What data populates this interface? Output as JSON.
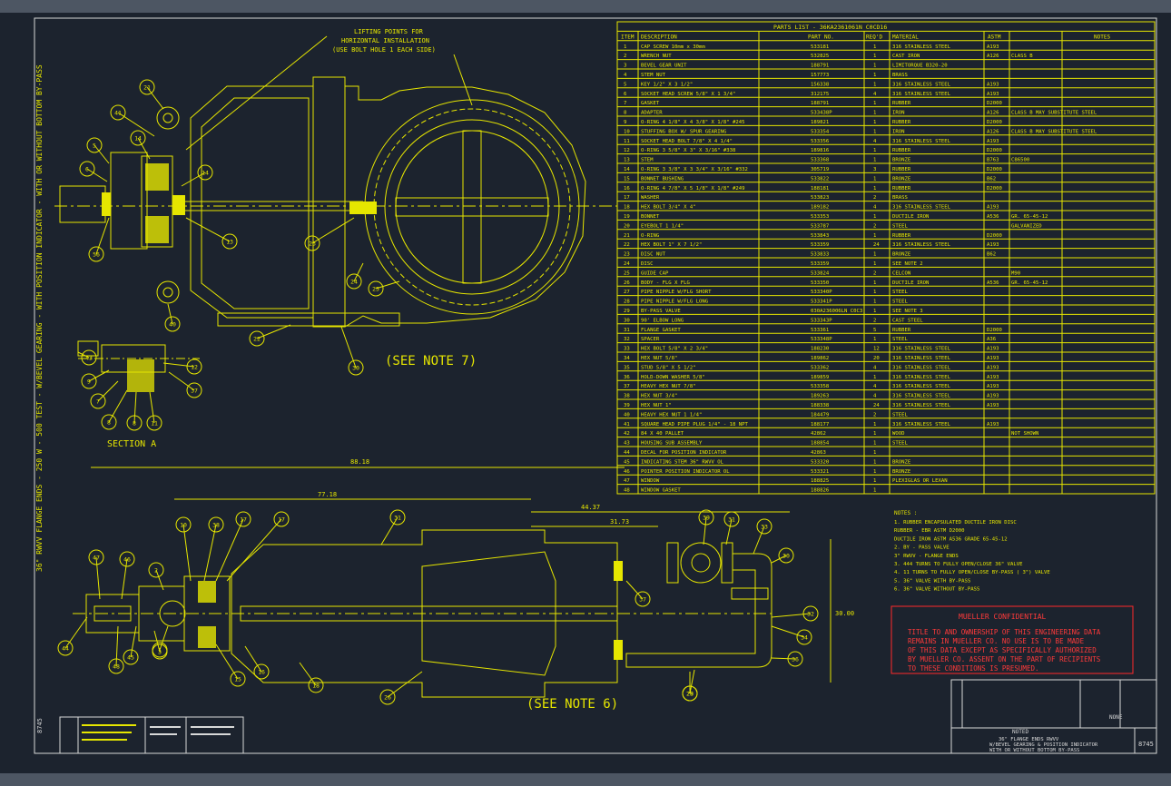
{
  "side_title": "36\" RWVV FLANGE ENDS - 250 W - 500 TEST - W/BEVEL GEARING - WITH POSITION INDICATOR - WITH OR WITHOUT BOTTOM BY-PASS",
  "parts_list": {
    "title": "PARTS LIST - 36KA2361061N C0CD16",
    "headers": [
      "ITEM",
      "DESCRIPTION",
      "PART NO.",
      "REQ'D",
      "MATERIAL",
      "ASTM",
      "NOTES"
    ],
    "rows": [
      [
        "1",
        "CAP SCREW 10mm x 30mm",
        "533181",
        "1",
        "316 STAINLESS STEEL",
        "A193",
        ""
      ],
      [
        "2",
        "WRENCH NUT",
        "532825",
        "1",
        "CAST IRON",
        "A126",
        "CLASS B"
      ],
      [
        "3",
        "BEVEL GEAR UNIT",
        "188791",
        "1",
        "LIMITORQUE B320-20",
        "",
        " "
      ],
      [
        "4",
        "STEM NUT",
        "157773",
        "1",
        "BRASS",
        "",
        ""
      ],
      [
        "5",
        "KEY 1/2\" X 3 1/2\"",
        "156338",
        "1",
        "316 STAINLESS STEEL",
        "A193",
        ""
      ],
      [
        "6",
        "SOCKET HEAD SCREW 5/8\" X 1 3/4\"",
        "312175",
        "4",
        "316 STAINLESS STEEL",
        "A193",
        ""
      ],
      [
        "7",
        "GASKET",
        "188791",
        "1",
        "RUBBER",
        "D2000",
        ""
      ],
      [
        "8",
        "ADAPTER",
        "533438P",
        "1",
        "IRON",
        "A126",
        "CLASS B    MAY SUBSTITUTE STEEL"
      ],
      [
        "9",
        "O-RING 4 1/8\" X 4 3/8\" X 1/8\" #245",
        "189821",
        "1",
        "RUBBER",
        "D2000",
        ""
      ],
      [
        "10",
        "STUFFING BOX W/ SPUR GEARING",
        "533354",
        "1",
        "IRON",
        "A126",
        "CLASS B    MAY SUBSTITUTE STEEL"
      ],
      [
        "11",
        "SOCKET HEAD BOLT 7/8\" X 4 1/4\"",
        "533356",
        "4",
        "316 STAINLESS STEEL",
        "A193",
        ""
      ],
      [
        "12",
        "O-RING 3 5/8\" X 3\" X 3/16\" #338",
        "189816",
        "1",
        "RUBBER",
        "D2000",
        ""
      ],
      [
        "13",
        "STEM",
        "533368",
        "1",
        "BRONZE",
        "B763",
        "C86500"
      ],
      [
        "14",
        "O-RING 3 3/8\" X 3 3/4\" X 3/16\" #332",
        "305719",
        "3",
        "RUBBER",
        "D2000",
        ""
      ],
      [
        "15",
        "BONNET BUSHING",
        "533822",
        "1",
        "BRONZE",
        "B62",
        ""
      ],
      [
        "16",
        "O-RING 4 7/8\" X 5 1/8\" X 1/8\" #249",
        "188181",
        "1",
        "RUBBER",
        "D2000",
        ""
      ],
      [
        "17",
        "WASHER",
        "533823",
        "2",
        "BRASS",
        "",
        ""
      ],
      [
        "18",
        "HEX BOLT 3/4\" X 4\"",
        "189182",
        "4",
        "316 STAINLESS STEEL",
        "A193",
        ""
      ],
      [
        "19",
        "BONNET",
        "533353",
        "1",
        "DUCTILE IRON",
        "A536",
        "GR. 65-45-12"
      ],
      [
        "20",
        "EYEBOLT 1 1/4\"",
        "533787",
        "2",
        "STEEL",
        "",
        "GALVANIZED"
      ],
      [
        "21",
        "O-RING",
        "533843",
        "1",
        "RUBBER",
        "D2000",
        ""
      ],
      [
        "22",
        "HEX BOLT 1\" X 7 1/2\"",
        "533359",
        "24",
        "316 STAINLESS STEEL",
        "A193",
        ""
      ],
      [
        "23",
        "DISC NUT",
        "533833",
        "1",
        "BRONZE",
        "B62",
        ""
      ],
      [
        "24",
        "DISC",
        "533359",
        "1",
        "SEE NOTE 2",
        "",
        ""
      ],
      [
        "25",
        "GUIDE CAP",
        "533824",
        "2",
        "CELCON",
        "",
        "M90"
      ],
      [
        "26",
        "BODY - FLG X FLG",
        "533350",
        "1",
        "DUCTILE IRON",
        "A536",
        "GR. 65-45-12"
      ],
      [
        "27",
        "PIPE NIPPLE W/FLG SHORT",
        "533340P",
        "1",
        "STEEL",
        "",
        ""
      ],
      [
        "28",
        "PIPE NIPPLE W/FLG LONG",
        "533341P",
        "1",
        "STEEL",
        "",
        ""
      ],
      [
        "29",
        "BY-PASS VALVE",
        "030A236006LN C0C3",
        "1",
        "SEE NOTE 3",
        "",
        ""
      ],
      [
        "30",
        "90' ELBOW LONG",
        "533343P",
        "2",
        "CAST STEEL",
        "",
        ""
      ],
      [
        "31",
        "FLANGE GASKET",
        "533361",
        "5",
        "RUBBER",
        "D2000",
        ""
      ],
      [
        "32",
        "SPACER",
        "533348P",
        "1",
        "STEEL",
        "A36",
        ""
      ],
      [
        "33",
        "HEX BOLT 5/8\" X 2 3/4\"",
        "188230",
        "12",
        "316 STAINLESS STEEL",
        "A193",
        ""
      ],
      [
        "34",
        "HEX NUT 5/8\"",
        "189862",
        "20",
        "316 STAINLESS STEEL",
        "A193",
        ""
      ],
      [
        "35",
        "STUD 5/8\" X 5 1/2\"",
        "533362",
        "4",
        "316 STAINLESS STEEL",
        "A193",
        ""
      ],
      [
        "36",
        "HOLD-DOWN WASHER 5/8\"",
        "189859",
        "1",
        "316 STAINLESS STEEL",
        "A193",
        ""
      ],
      [
        "37",
        "HEAVY HEX NUT 7/8\"",
        "533358",
        "4",
        "316 STAINLESS STEEL",
        "A193",
        ""
      ],
      [
        "38",
        "HEX NUT 3/4\"",
        "189263",
        "4",
        "316 STAINLESS STEEL",
        "A193",
        ""
      ],
      [
        "39",
        "HEX NUT 1\"",
        "188338",
        "24",
        "316 STAINLESS STEEL",
        "A193",
        ""
      ],
      [
        "40",
        "HEAVY HEX NUT 1 1/4\"",
        "184479",
        "2",
        "STEEL",
        "",
        ""
      ],
      [
        "41",
        "SQUARE HEAD PIPE PLUG 1/4\" - 18 NPT",
        "188177",
        "1",
        "316 STAINLESS STEEL",
        "A193",
        ""
      ],
      [
        "42",
        "84 X 40 PALLET",
        "42862",
        "1",
        "WOOD",
        "",
        "NOT SHOWN"
      ],
      [
        "43",
        "HOUSING SUB ASSEMBLY",
        "188854",
        "1",
        "STEEL",
        "",
        ""
      ],
      [
        "44",
        "DECAL FOR POSITION INDICATOR",
        "42863",
        "1",
        "",
        "",
        ""
      ],
      [
        "45",
        "INDICATING STEM 36\" RWVV OL",
        "533320",
        "1",
        "BRONZE",
        "",
        ""
      ],
      [
        "46",
        "POINTER POSITION INDICATOR OL",
        "533321",
        "1",
        "BRONZE",
        "",
        ""
      ],
      [
        "47",
        "WINDOW",
        "188825",
        "1",
        "PLEXIGLAS OR LEXAN",
        "",
        ""
      ],
      [
        "48",
        "WINDOW GASKET",
        "188826",
        "1",
        "",
        "",
        ""
      ]
    ]
  },
  "notes": {
    "heading": "NOTES :",
    "lines": [
      "1. RUBBER ENCAPSULATED DUCTILE IRON DISC",
      "   RUBBER - EBR   ASTM D2000",
      "   DUCTILE IRON   ASTM   A536 GRADE 65-45-12",
      "2. BY - PASS VALVE",
      "   3\" RWVV - FLANGE ENDS",
      "3. 444 TURNS TO FULLY OPEN/CLOSE 36\" VALVE",
      "4. 11 TURNS TO FULLY OPEN/CLOSE BY-PASS ( 3\") VALVE",
      "5. 36\" VALVE WITH BY-PASS",
      "6. 36\" VALVE WITHOUT BY-PASS"
    ]
  },
  "confidential": {
    "title": "MUELLER CONFIDENTIAL",
    "lines": [
      "TITLE TO AND OWNERSHIP OF THIS ENGINEERING DATA",
      "REMAINS IN MUELLER CO. NO USE IS TO BE MADE",
      "OF THIS DATA EXCEPT AS SPECIFICALLY AUTHORIZED",
      "BY MUELLER CO. ASSENT ON THE PART OF RECIPIENTS",
      "TO THESE CONDITIONS IS PRESUMED."
    ]
  },
  "drawing": {
    "lifting_note": [
      "LIFTING POINTS FOR",
      "HORIZONTAL INSTALLATION",
      "(USE BOLT HOLE 1 EACH SIDE)"
    ],
    "see_note_7": "(SEE NOTE 7)",
    "see_note_6": "(SEE NOTE 6)",
    "section_a": "SECTION A",
    "dims": {
      "d1": "88.18",
      "d2": "77.18",
      "d3": "44.37",
      "d4": "31.73",
      "d5": "30.00"
    },
    "balloons_top": [
      "21",
      "41",
      "5",
      "6",
      "14",
      "14",
      "56",
      "13",
      "23",
      "24",
      "25",
      "40",
      "22",
      "30"
    ],
    "balloons_section": [
      "43",
      "9",
      "7",
      "8",
      "8",
      "11",
      "12",
      "37"
    ],
    "balloons_bottom": [
      "44",
      "47",
      "48",
      "46",
      "45",
      "2",
      "1",
      "3",
      "10",
      "38",
      "17",
      "17",
      "31",
      "15",
      "16",
      "18",
      "26",
      "29",
      "39",
      "31",
      "33",
      "30",
      "32",
      "34",
      "36",
      "28",
      "37"
    ]
  },
  "title_block": {
    "drawing_no": "8745",
    "title_lines": [
      "36\" FLANGE ENDS RWVV",
      "W/BEVEL GEARING & POSITION INDICATOR",
      "WITH OR WITHOUT BOTTOM BY-PASS"
    ],
    "notes_label": "NOTED",
    "scale_label": "NONE"
  }
}
